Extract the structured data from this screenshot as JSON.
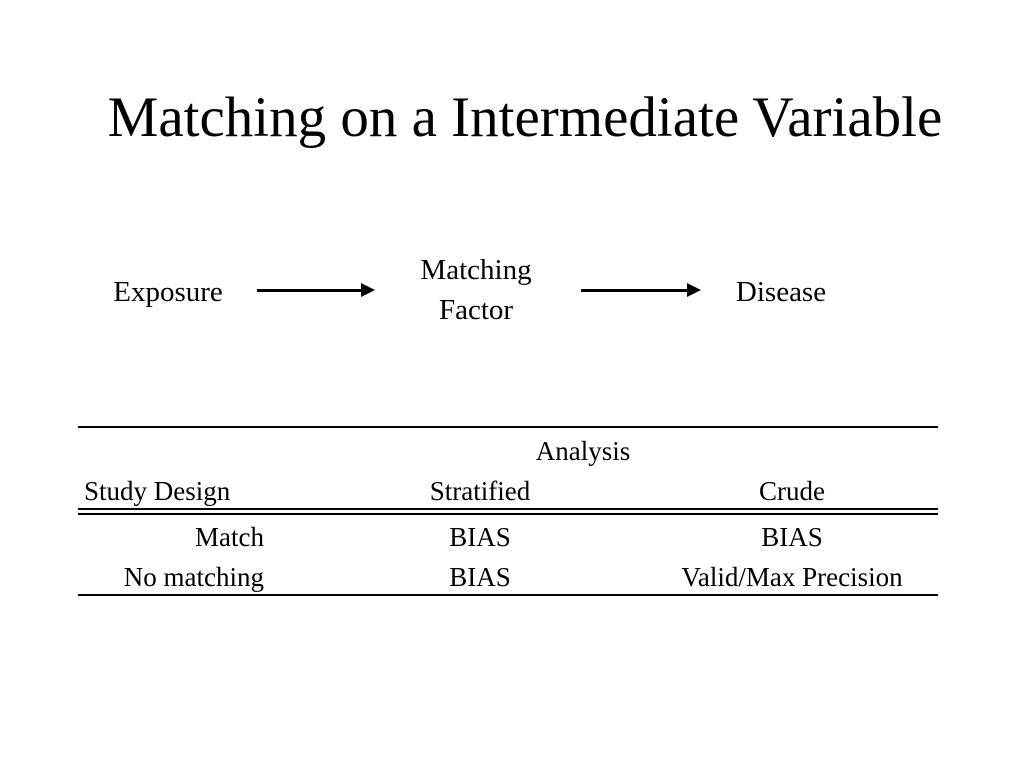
{
  "slide": {
    "title": "Matching on a Intermediate Variable"
  },
  "diagram": {
    "exposure": "Exposure",
    "matching_line1": "Matching",
    "matching_line2": "Factor",
    "disease": "Disease"
  },
  "table": {
    "group_header": "Analysis",
    "headers": [
      "Study Design",
      "Stratified",
      "Crude"
    ],
    "rows": [
      [
        "Match",
        "BIAS",
        "BIAS"
      ],
      [
        "No matching",
        "BIAS",
        "Valid/Max Precision"
      ]
    ]
  }
}
